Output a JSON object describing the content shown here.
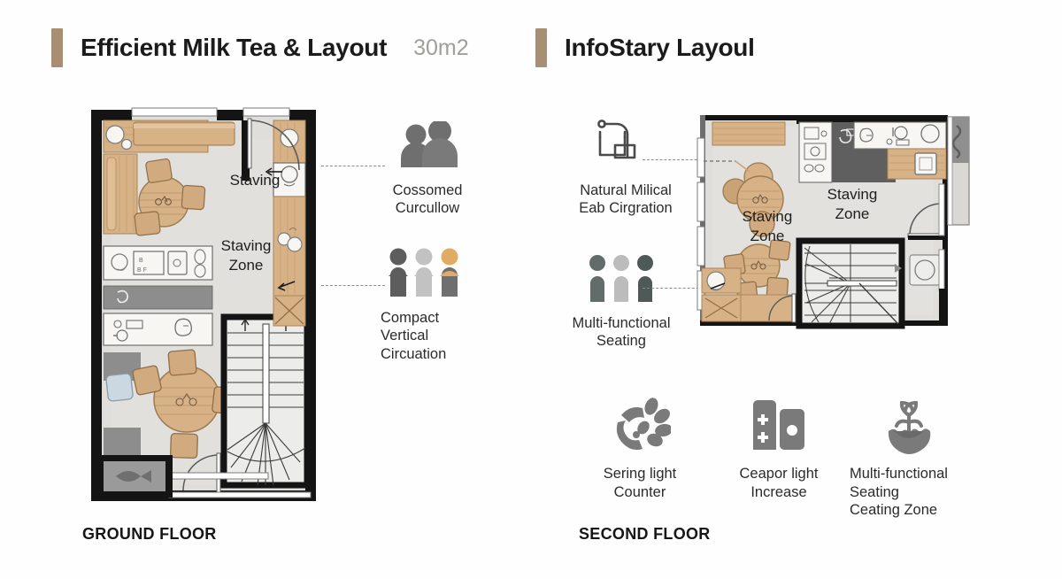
{
  "headers": {
    "left": {
      "title": "Efficient Milk Tea & Layout",
      "area": "30m2"
    },
    "right": {
      "title": "InfoStary Layoul"
    }
  },
  "accent_color": "#a88e72",
  "floors": {
    "ground": {
      "caption": "GROUND FLOOR",
      "plan_labels": [
        {
          "text": "Staving"
        },
        {
          "text": "Staving\nZone"
        }
      ],
      "label_staving": "Staving",
      "label_staving_zone_1": "Staving",
      "label_staving_zone_2": "Zone"
    },
    "second": {
      "caption": "SECOND FLOOR",
      "label_staving_zone_left_1": "Staving",
      "label_staving_zone_left_2": "Zone",
      "label_staving_zone_right_1": "Staving",
      "label_staving_zone_right_2": "Zone"
    }
  },
  "annotations_left": [
    {
      "icon": "two-people-icon",
      "line1": "Cossomed",
      "line2": "Curcullow",
      "line3": ""
    },
    {
      "icon": "three-people-vertical-icon",
      "line1": "Compact",
      "line2": "Vertical",
      "line3": "Circuation"
    }
  ],
  "annotations_right": [
    {
      "icon": "faucet-sink-icon",
      "line1": "Natural Milical",
      "line2": "Eab Cirgration",
      "line3": ""
    },
    {
      "icon": "three-people-icon",
      "line1": "Multi-functional",
      "line2": "Seating",
      "line3": ""
    }
  ],
  "features": [
    {
      "icon": "hand-leaf-icon",
      "line1": "Sering light",
      "line2": "Counter",
      "line3": ""
    },
    {
      "icon": "appliance-panel-icon",
      "line1": "Ceapor light",
      "line2": "Increase",
      "line3": ""
    },
    {
      "icon": "plant-bowl-icon",
      "line1": "Multi-functional",
      "line2": "Seating",
      "line3": "Ceating Zone"
    }
  ],
  "palette": {
    "wall": "#141414",
    "floor": "#dfdedb",
    "wood": "#d8b287",
    "wood_dark": "#c79c6e",
    "gray_fill": "#8d8d8d",
    "white_fill": "#f7f6f3",
    "icon_dark": "#636363",
    "icon_mid": "#9a9a9a",
    "icon_light": "#c7c7c7",
    "icon_tan": "#e0ab63",
    "text": "#1b1b1b",
    "muted": "#a0a09a"
  }
}
